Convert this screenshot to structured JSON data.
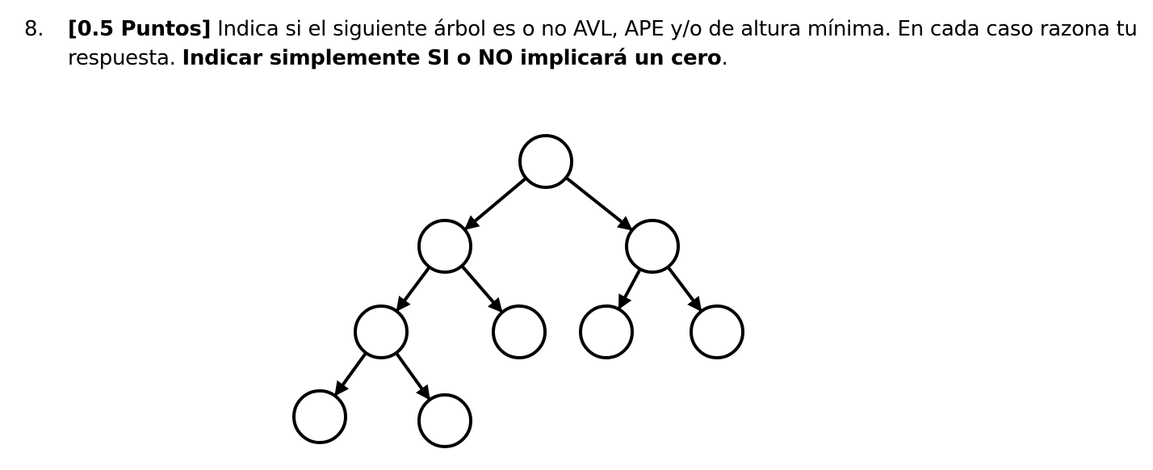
{
  "question": {
    "number": "8.",
    "points_label": "[0.5 Puntos]",
    "line1_text": " Indica si el siguiente árbol es o no AVL, APE y/o de altura mínima. En cada caso razona tu",
    "line2_text": "respuesta. ",
    "warning_text": "Indicar simplemente SI o NO implicará un cero",
    "end_punctuation": "."
  },
  "tree": {
    "stroke_color": "#000000",
    "fill_color": "#ffffff",
    "nodes": [
      {
        "id": "root",
        "level": 0
      },
      {
        "id": "L",
        "level": 1,
        "parent": "root"
      },
      {
        "id": "R",
        "level": 1,
        "parent": "root"
      },
      {
        "id": "LL",
        "level": 2,
        "parent": "L"
      },
      {
        "id": "LR",
        "level": 2,
        "parent": "L"
      },
      {
        "id": "RL",
        "level": 2,
        "parent": "R"
      },
      {
        "id": "RR",
        "level": 2,
        "parent": "R"
      },
      {
        "id": "LLL",
        "level": 3,
        "parent": "LL"
      },
      {
        "id": "LLR",
        "level": 3,
        "parent": "LL"
      }
    ]
  }
}
